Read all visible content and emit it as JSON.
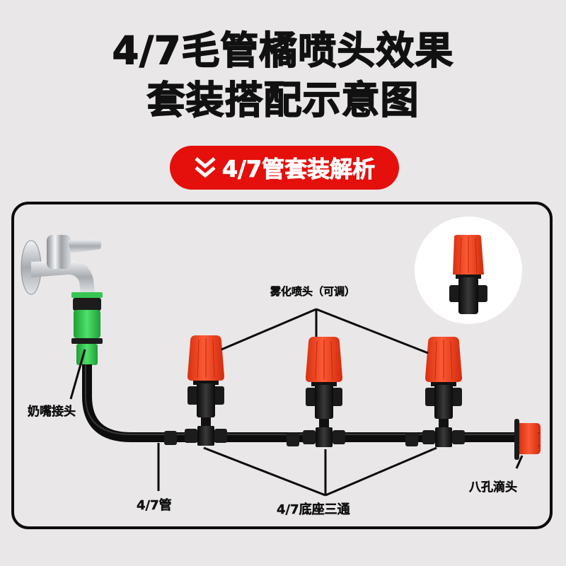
{
  "header": {
    "title_line1": "4/7毛管橘喷头效果",
    "title_line2": "套装搭配示意图"
  },
  "badge": {
    "icon": "double-chevron-down-icon",
    "label": "4/7管套装解析",
    "color": "#e50f0b"
  },
  "diagram": {
    "labels": {
      "spray_head": "雾化喷头（可调）",
      "nipple_connector": "奶嘴接头",
      "pipe": "4/7管",
      "tee": "4/7底座三通",
      "dripper": "八孔滴头"
    },
    "components": {
      "faucet": "faucet-icon",
      "quick_connector": "quick-connector-icon",
      "spray_heads_count": 3,
      "tees_count": 3,
      "dripper": "eight-hole-dripper-icon",
      "inset": "spray-head-closeup"
    },
    "colors": {
      "spray_cap": "#f2401c",
      "connector_green": "#2dc24a",
      "pipe": "#111111",
      "frame": "#0c0c0c",
      "background": "#e9e7e8"
    }
  }
}
